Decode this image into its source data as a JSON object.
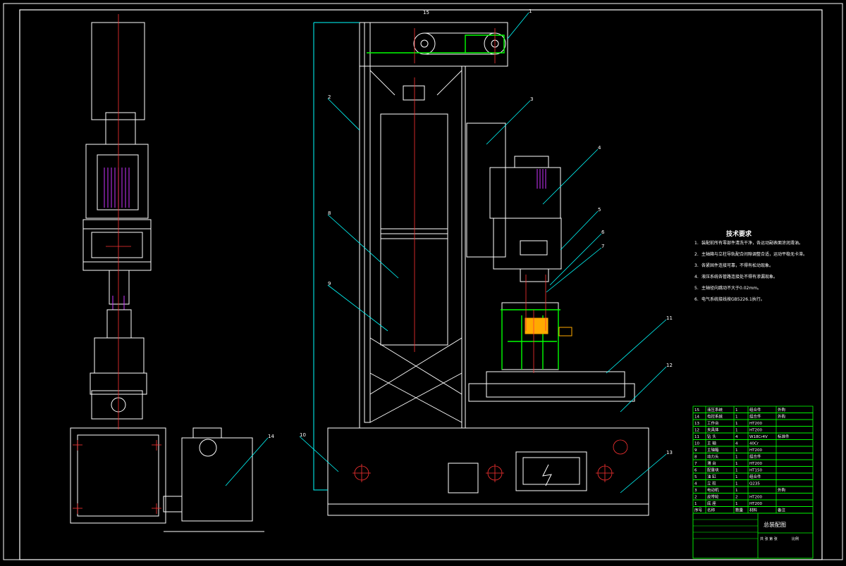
{
  "notes": {
    "title": "技术要求",
    "items": [
      {
        "num": "1.",
        "text": "装配前所有零部件清洗干净，各运动副表面涂润滑油。"
      },
      {
        "num": "2.",
        "text": "主轴箱与立柱导轨配合间隙调整合适，运动平稳无卡滞。"
      },
      {
        "num": "3.",
        "text": "各紧固件连接可靠，不得有松动现象。"
      },
      {
        "num": "4.",
        "text": "液压系统各管路连接处不得有渗漏现象。"
      },
      {
        "num": "5.",
        "text": "主轴径向跳动不大于0.02mm。"
      },
      {
        "num": "6.",
        "text": "电气系统接线按GB5226.1执行。"
      }
    ]
  },
  "callouts": [
    "1",
    "2",
    "3",
    "4",
    "5",
    "6",
    "7",
    "8",
    "9",
    "10",
    "11",
    "12",
    "13",
    "14",
    "15"
  ],
  "bom": {
    "rows": [
      {
        "no": "15",
        "name": "液压系统",
        "qty": "1",
        "mat": "组合件",
        "note": "外购"
      },
      {
        "no": "14",
        "name": "电控系统",
        "qty": "1",
        "mat": "组合件",
        "note": "外购"
      },
      {
        "no": "13",
        "name": "工作台",
        "qty": "1",
        "mat": "HT200",
        "note": ""
      },
      {
        "no": "12",
        "name": "夹具体",
        "qty": "1",
        "mat": "HT200",
        "note": ""
      },
      {
        "no": "11",
        "name": "钻 头",
        "qty": "4",
        "mat": "W18Cr4V",
        "note": "标准件"
      },
      {
        "no": "10",
        "name": "主 轴",
        "qty": "4",
        "mat": "40Cr",
        "note": ""
      },
      {
        "no": "9",
        "name": "主轴箱",
        "qty": "1",
        "mat": "HT200",
        "note": ""
      },
      {
        "no": "8",
        "name": "动力头",
        "qty": "1",
        "mat": "组合件",
        "note": ""
      },
      {
        "no": "7",
        "name": "滑 台",
        "qty": "1",
        "mat": "HT200",
        "note": ""
      },
      {
        "no": "6",
        "name": "配重块",
        "qty": "1",
        "mat": "HT150",
        "note": ""
      },
      {
        "no": "5",
        "name": "油 缸",
        "qty": "1",
        "mat": "组合件",
        "note": ""
      },
      {
        "no": "4",
        "name": "立 柱",
        "qty": "1",
        "mat": "Q235",
        "note": ""
      },
      {
        "no": "3",
        "name": "电动机",
        "qty": "1",
        "mat": "",
        "note": "外购"
      },
      {
        "no": "2",
        "name": "皮带轮",
        "qty": "2",
        "mat": "HT200",
        "note": ""
      },
      {
        "no": "1",
        "name": "底 座",
        "qty": "1",
        "mat": "HT200",
        "note": ""
      }
    ],
    "header": {
      "no": "序号",
      "name": "名称",
      "qty": "数量",
      "mat": "材料",
      "note": "备注"
    }
  },
  "title_block": {
    "drawing_title": "总装配图",
    "scale_label": "比例",
    "sheet_label": "共 张 第 张"
  },
  "colors": {
    "background": "#000000",
    "outline": "#ffffff",
    "center": "#ff3333",
    "leader": "#00ffff",
    "hidden": "#ffff00",
    "section": "#cc33ff",
    "bom": "#00ff00",
    "yellow_part": "#ffaa00"
  }
}
